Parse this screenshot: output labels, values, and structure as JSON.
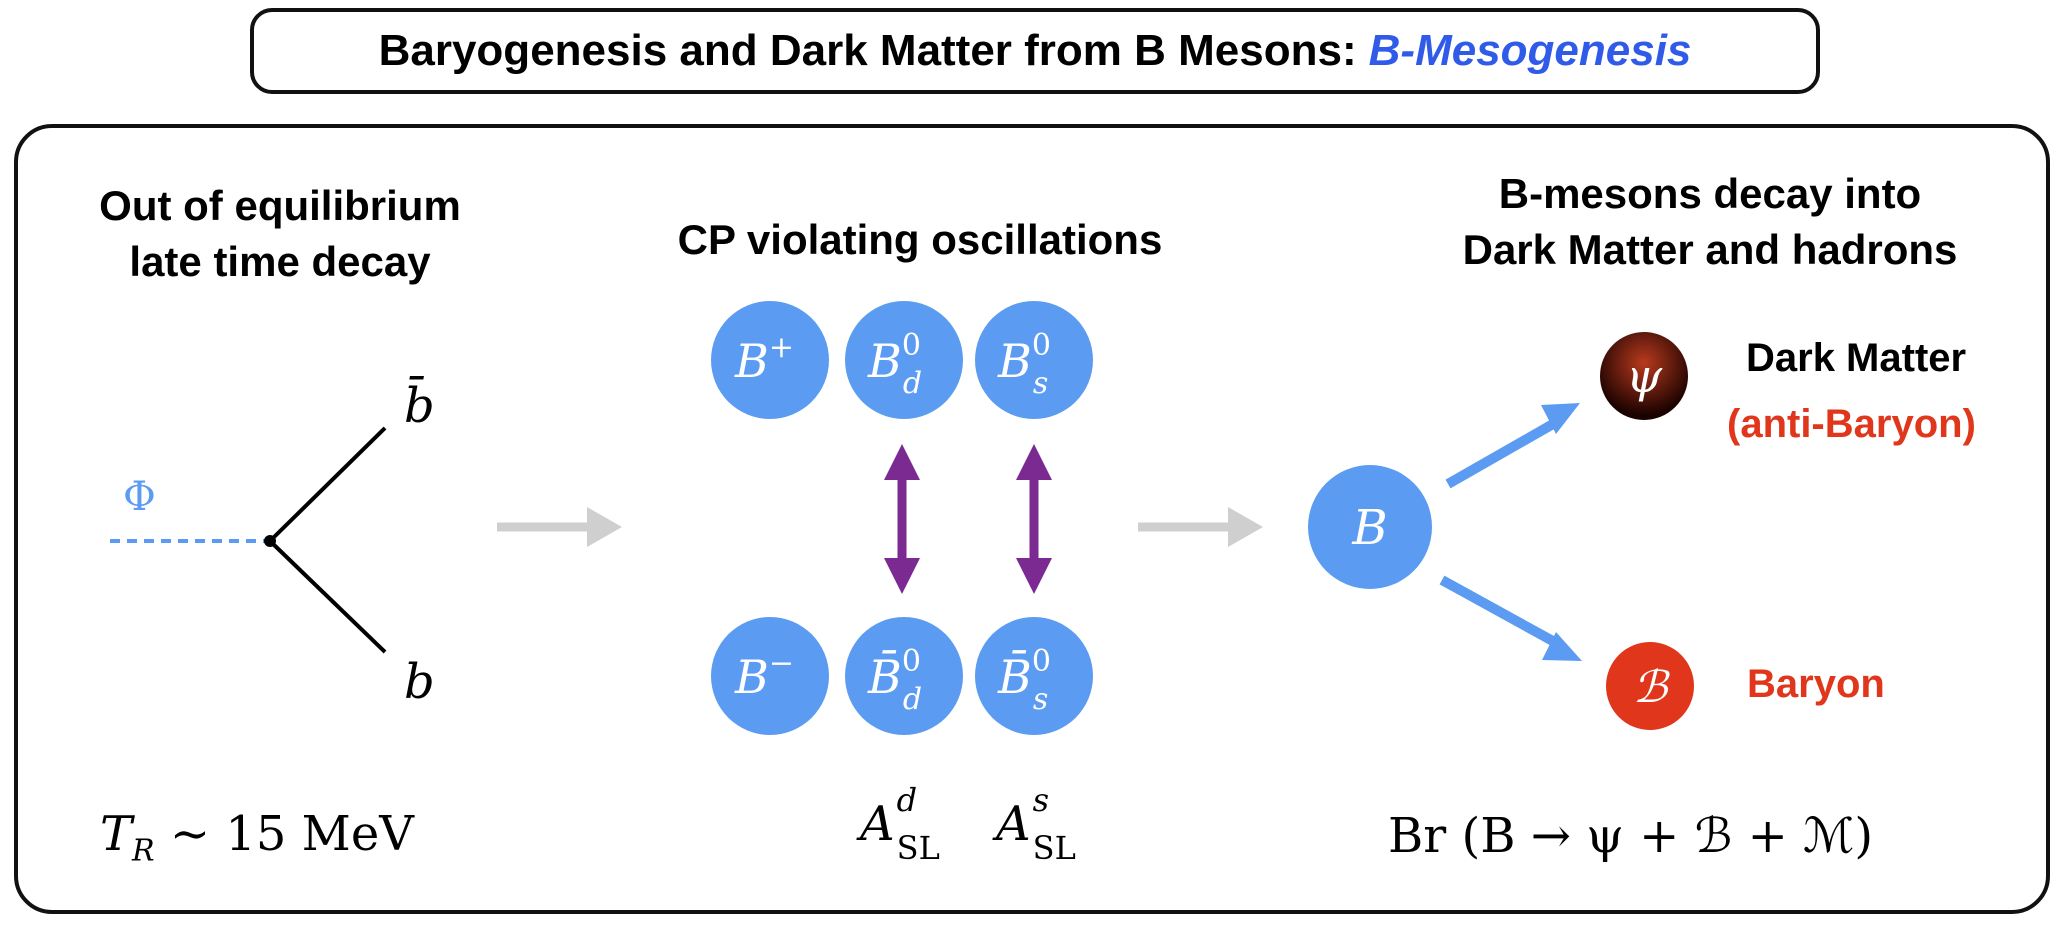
{
  "title": {
    "main": "Baryogenesis and Dark Matter from B Mesons:",
    "accent": "B-Mesogenesis",
    "accent_color": "#2f5be8"
  },
  "panels": {
    "left": {
      "heading_line1": "Out of equilibrium",
      "heading_line2": "late time decay",
      "phi_label": "Φ",
      "bbar_label": "b̄",
      "b_label": "b",
      "formula_T": "T",
      "formula_sub": "R",
      "formula_rest": " ∼ 15 MeV"
    },
    "middle": {
      "heading": "CP violating oscillations",
      "mesons_top": [
        {
          "base": "B",
          "sup": "+",
          "sub": ""
        },
        {
          "base": "B",
          "sup": "0",
          "sub": "d"
        },
        {
          "base": "B",
          "sup": "0",
          "sub": "s"
        }
      ],
      "mesons_bottom": [
        {
          "base": "B",
          "sup": "−",
          "sub": ""
        },
        {
          "base": "B̄",
          "sup": "0",
          "sub": "d"
        },
        {
          "base": "B̄",
          "sup": "0",
          "sub": "s"
        }
      ],
      "asym_d": {
        "base": "A",
        "sup": "d",
        "sub": "SL"
      },
      "asym_s": {
        "base": "A",
        "sup": "s",
        "sub": "SL"
      },
      "meson_color": "#5b9cf2",
      "arrow_color": "#7a2a90"
    },
    "right": {
      "heading_line1": "B-mesons decay into",
      "heading_line2": "Dark Matter and hadrons",
      "b_label": "B",
      "psi_label": "ψ",
      "baryon_symbol": "ℬ",
      "dark_matter_label": "Dark Matter",
      "anti_baryon_label": "(anti-Baryon)",
      "baryon_label": "Baryon",
      "branching": "Br (B → ψ + ℬ + ℳ)",
      "red_color": "#e0361b"
    }
  },
  "connector_arrow_color": "#cfcfcf"
}
